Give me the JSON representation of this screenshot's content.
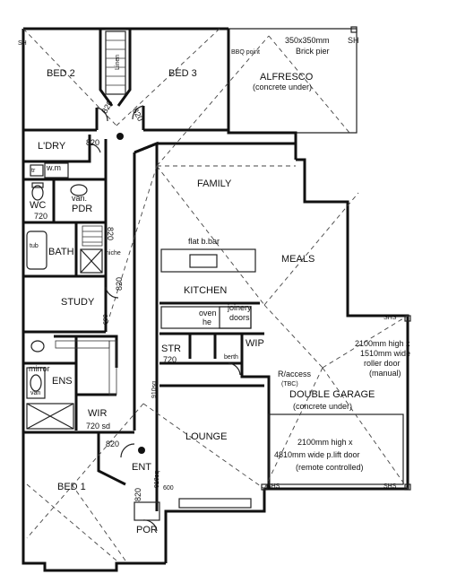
{
  "rooms": {
    "bed2": "BED 2",
    "bed3": "BED 3",
    "alfresco": "ALFRESCO",
    "alfresco_note": "(concrete under)",
    "ldry": "L'DRY",
    "wm": "w.m",
    "tr": "tr",
    "wc": "WC",
    "van_pdr": "van.",
    "pdr": "PDR",
    "bath": "BATH",
    "tub": "tub",
    "niche": "niche",
    "family": "FAMILY",
    "meals": "MEALS",
    "flat_bar": "flat b.bar",
    "kitchen": "KITCHEN",
    "study": "STUDY",
    "oven": "oven",
    "he": "he",
    "joinery": "joinery",
    "doors": "doors",
    "str": "STR",
    "wip": "WIP",
    "berth": "berth",
    "mirror": "mirror",
    "ens": "ENS",
    "van_ens": "van",
    "wir": "WIR",
    "wir_dim": "720 sd",
    "lounge": "LOUNGE",
    "ent": "ENT",
    "bed1": "BED 1",
    "por": "POR",
    "double_garage": "DOUBLE GARAGE",
    "garage_note": "(concrete under)",
    "raccess": "R/access",
    "tbc": "(TBC)",
    "linen": "Linen"
  },
  "annotations": {
    "brick_pier_a": "350x350mm",
    "brick_pier_b": "Brick pier",
    "bbq": "BBQ point",
    "sh_top": "SH",
    "sh_mid": "SHS",
    "sh_bl": "SHS",
    "sh_br": "SHS",
    "roller_1": "2100mm high x",
    "roller_2": "1510mm wide",
    "roller_3": "roller door",
    "roller_4": "(manual)",
    "lift_1": "2100mm high x",
    "lift_2": "4810mm wide p.lift door",
    "lift_3": "(remote controlled)",
    "sq1": "910sq",
    "sq2": "910sq",
    "sh_left": "SH"
  },
  "dims": {
    "d820_bed2": "820",
    "d820_bed3": "820",
    "d820_ldry": "820",
    "d720_wc": "720",
    "d820_bath": "820",
    "d820_study": "820",
    "d600_study": "600",
    "d720_str": "720",
    "d820_wir": "820",
    "d820_por": "820",
    "d600_lounge": "600"
  }
}
